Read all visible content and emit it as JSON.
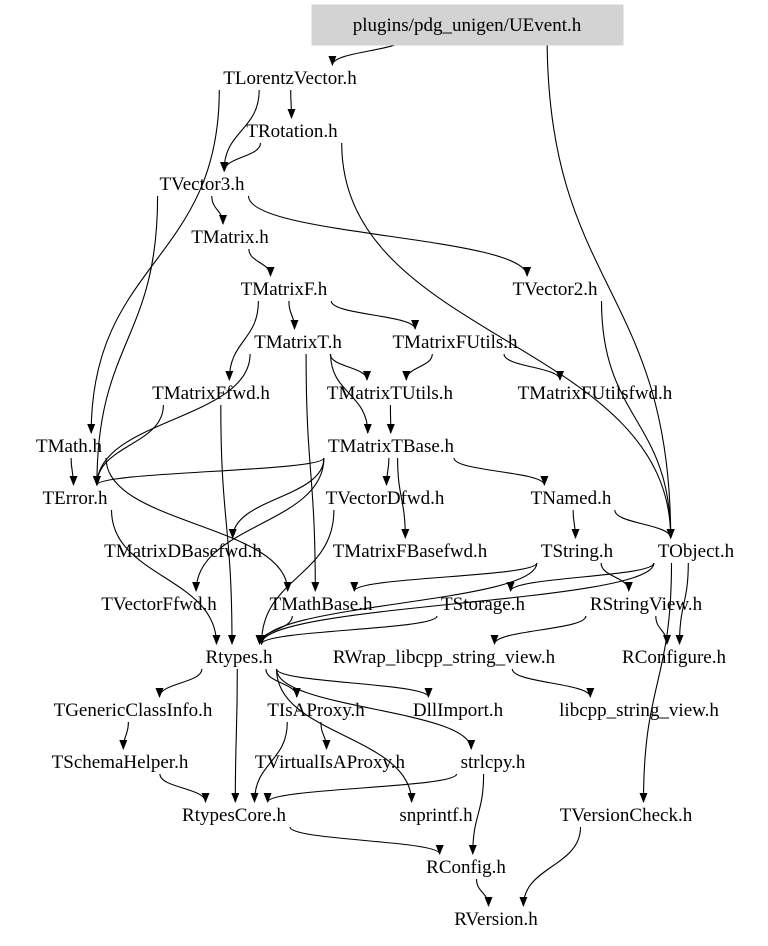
{
  "graph": {
    "root": "plugins/pdg_unigen/UEvent.h",
    "nodes": [
      {
        "id": "uevent",
        "label": "plugins/pdg_unigen/UEvent.h"
      },
      {
        "id": "tlorentzvector",
        "label": "TLorentzVector.h"
      },
      {
        "id": "trotation",
        "label": "TRotation.h"
      },
      {
        "id": "tvector3",
        "label": "TVector3.h"
      },
      {
        "id": "tmatrix",
        "label": "TMatrix.h"
      },
      {
        "id": "tmatrixf",
        "label": "TMatrixF.h"
      },
      {
        "id": "tvector2",
        "label": "TVector2.h"
      },
      {
        "id": "tmatrixt",
        "label": "TMatrixT.h"
      },
      {
        "id": "tmatrixfutils",
        "label": "TMatrixFUtils.h"
      },
      {
        "id": "tmatrixffwd",
        "label": "TMatrixFfwd.h"
      },
      {
        "id": "tmatrixtutils",
        "label": "TMatrixTUtils.h"
      },
      {
        "id": "tmatrixfutilsfwd",
        "label": "TMatrixFUtilsfwd.h"
      },
      {
        "id": "tmath",
        "label": "TMath.h"
      },
      {
        "id": "tmatrixtbase",
        "label": "TMatrixTBase.h"
      },
      {
        "id": "terror",
        "label": "TError.h"
      },
      {
        "id": "tvectordfwd",
        "label": "TVectorDfwd.h"
      },
      {
        "id": "tnamed",
        "label": "TNamed.h"
      },
      {
        "id": "tmatrixdbasefwd",
        "label": "TMatrixDBasefwd.h"
      },
      {
        "id": "tmatrixfbasefwd",
        "label": "TMatrixFBasefwd.h"
      },
      {
        "id": "tstring",
        "label": "TString.h"
      },
      {
        "id": "tobject",
        "label": "TObject.h"
      },
      {
        "id": "tvectorffwd",
        "label": "TVectorFfwd.h"
      },
      {
        "id": "tmathbase",
        "label": "TMathBase.h"
      },
      {
        "id": "tstorage",
        "label": "TStorage.h"
      },
      {
        "id": "rstringview",
        "label": "RStringView.h"
      },
      {
        "id": "rtypes",
        "label": "Rtypes.h"
      },
      {
        "id": "rwrap",
        "label": "RWrap_libcpp_string_view.h"
      },
      {
        "id": "rconfigure",
        "label": "RConfigure.h"
      },
      {
        "id": "tgenericclassinfo",
        "label": "TGenericClassInfo.h"
      },
      {
        "id": "tisaproxy",
        "label": "TIsAProxy.h"
      },
      {
        "id": "dllimport",
        "label": "DllImport.h"
      },
      {
        "id": "libcpp",
        "label": "libcpp_string_view.h"
      },
      {
        "id": "tschemahelper",
        "label": "TSchemaHelper.h"
      },
      {
        "id": "tvirtualisaproxy",
        "label": "TVirtualIsAProxy.h"
      },
      {
        "id": "strlcpy",
        "label": "strlcpy.h"
      },
      {
        "id": "rtypescore",
        "label": "RtypesCore.h"
      },
      {
        "id": "snprintf",
        "label": "snprintf.h"
      },
      {
        "id": "tversioncheck",
        "label": "TVersionCheck.h"
      },
      {
        "id": "rconfig",
        "label": "RConfig.h"
      },
      {
        "id": "rversion",
        "label": "RVersion.h"
      }
    ],
    "edges": [
      [
        "uevent",
        "tlorentzvector"
      ],
      [
        "uevent",
        "tobject"
      ],
      [
        "tlorentzvector",
        "trotation"
      ],
      [
        "tlorentzvector",
        "tvector3"
      ],
      [
        "tlorentzvector",
        "tmath"
      ],
      [
        "trotation",
        "tvector3"
      ],
      [
        "trotation",
        "tobject"
      ],
      [
        "tvector3",
        "tmatrix"
      ],
      [
        "tvector3",
        "tvector2"
      ],
      [
        "tvector3",
        "terror"
      ],
      [
        "tmatrix",
        "tmatrixf"
      ],
      [
        "tmatrixf",
        "tmatrixt"
      ],
      [
        "tmatrixf",
        "tmatrixfutils"
      ],
      [
        "tmatrixf",
        "tmatrixffwd"
      ],
      [
        "tvector2",
        "tobject"
      ],
      [
        "tmatrixt",
        "tmatrixtutils"
      ],
      [
        "tmatrixt",
        "tmatrixtbase"
      ],
      [
        "tmatrixt",
        "terror"
      ],
      [
        "tmatrixt",
        "tmathbase"
      ],
      [
        "tmatrixfutils",
        "tmatrixfutilsfwd"
      ],
      [
        "tmatrixfutils",
        "tmatrixtutils"
      ],
      [
        "tmatrixffwd",
        "terror"
      ],
      [
        "tmatrixffwd",
        "rtypes"
      ],
      [
        "tmatrixtutils",
        "tmatrixtbase"
      ],
      [
        "tmatrixtbase",
        "terror"
      ],
      [
        "tmatrixtbase",
        "tvectordfwd"
      ],
      [
        "tmatrixtbase",
        "tnamed"
      ],
      [
        "tmatrixtbase",
        "tmatrixdbasefwd"
      ],
      [
        "tmatrixtbase",
        "tmatrixfbasefwd"
      ],
      [
        "tmatrixtbase",
        "tvectorffwd"
      ],
      [
        "tmath",
        "terror"
      ],
      [
        "tmath",
        "tmathbase"
      ],
      [
        "terror",
        "rtypes"
      ],
      [
        "tvectordfwd",
        "rtypes"
      ],
      [
        "tnamed",
        "tstring"
      ],
      [
        "tnamed",
        "tobject"
      ],
      [
        "tstring",
        "tmathbase"
      ],
      [
        "tstring",
        "rstringview"
      ],
      [
        "tstring",
        "rtypes"
      ],
      [
        "tobject",
        "tstorage"
      ],
      [
        "tobject",
        "rconfigure"
      ],
      [
        "tobject",
        "tversioncheck"
      ],
      [
        "tobject",
        "rtypes"
      ],
      [
        "tstorage",
        "rtypes"
      ],
      [
        "tmathbase",
        "rtypes"
      ],
      [
        "rstringview",
        "rwrap"
      ],
      [
        "rstringview",
        "rconfigure"
      ],
      [
        "rwrap",
        "libcpp"
      ],
      [
        "rtypes",
        "tgenericclassinfo"
      ],
      [
        "rtypes",
        "tisaproxy"
      ],
      [
        "rtypes",
        "dllimport"
      ],
      [
        "rtypes",
        "strlcpy"
      ],
      [
        "rtypes",
        "snprintf"
      ],
      [
        "rtypes",
        "rtypescore"
      ],
      [
        "tgenericclassinfo",
        "tschemahelper"
      ],
      [
        "tisaproxy",
        "tvirtualisaproxy"
      ],
      [
        "tisaproxy",
        "rtypescore"
      ],
      [
        "tschemahelper",
        "rtypescore"
      ],
      [
        "strlcpy",
        "rtypescore"
      ],
      [
        "strlcpy",
        "rconfig"
      ],
      [
        "rtypescore",
        "rconfig"
      ],
      [
        "tversioncheck",
        "rversion"
      ],
      [
        "rconfig",
        "rversion"
      ]
    ]
  }
}
